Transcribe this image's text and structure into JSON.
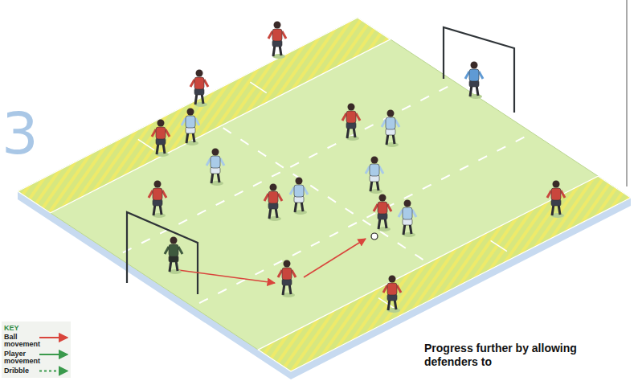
{
  "diagram": {
    "labels": [
      "3",
      "KEY",
      "Progress further by allowing defenders to"
    ],
    "legend": [
      {
        "text": "Ball movement"
      },
      {
        "text": "Player movement"
      },
      {
        "text": "Dribble"
      }
    ]
  }
}
